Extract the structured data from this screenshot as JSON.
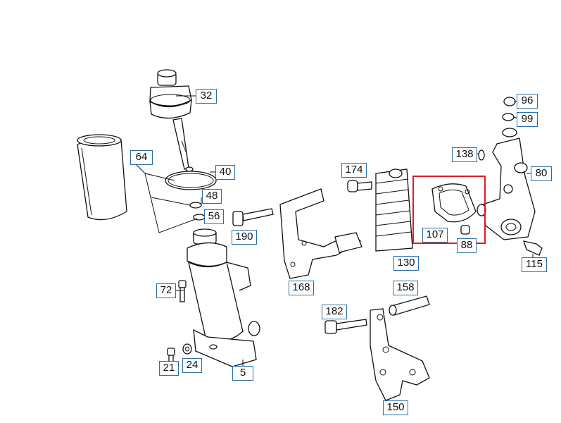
{
  "diagram": {
    "accent_color": "#2a6fa8",
    "highlight_color": "#d81f26",
    "labels": [
      "5",
      "21",
      "24",
      "32",
      "40",
      "48",
      "56",
      "64",
      "72",
      "88",
      "96",
      "99",
      "107",
      "115",
      "130",
      "138",
      "150",
      "158",
      "168",
      "174",
      "182",
      "190",
      "80"
    ]
  }
}
